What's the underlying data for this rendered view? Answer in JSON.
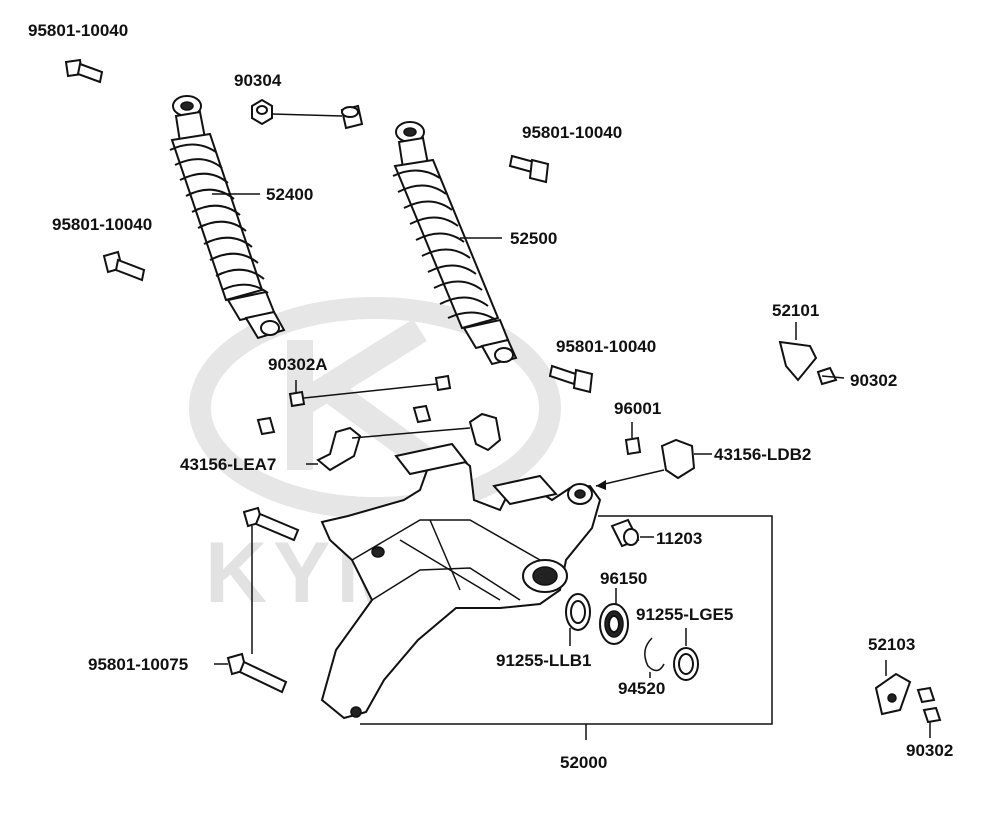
{
  "watermark": {
    "brand": "KYMCO"
  },
  "callouts": {
    "bolt_top_left": "95801-10040",
    "nut_top": "90304",
    "shock_left": "52400",
    "bolt_left_mid": "95801-10040",
    "bolt_upper_right": "95801-10040",
    "shock_right": "52500",
    "bracket_right": "52101",
    "bolt_bracket_right": "90302",
    "bolt_center_right": "95801-10040",
    "bolt_clamp": "90302A",
    "bolt_96001": "96001",
    "clamp_left": "43156-LEA7",
    "clamp_right": "43156-LDB2",
    "bushing": "11203",
    "bearing": "96150",
    "seal_right": "91255-LGE5",
    "seal_left": "91255-LLB1",
    "circlip": "94520",
    "long_bolt": "95801-10075",
    "swingarm": "52000",
    "bracket_bottom": "52103",
    "bolt_bottom": "90302"
  },
  "colors": {
    "line": "#111111",
    "watermark": "#e2e2e2",
    "background": "#ffffff"
  }
}
